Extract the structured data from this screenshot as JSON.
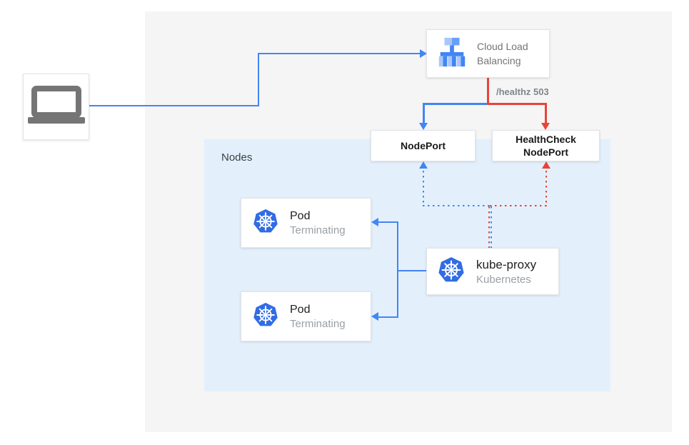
{
  "diagram": {
    "nodes_group_label": "Nodes",
    "healthz_label": "/healthz 503",
    "cloud_load_balancing": {
      "line1": "Cloud Load",
      "line2": "Balancing"
    },
    "nodeport": {
      "label": "NodePort"
    },
    "healthcheck_nodeport": {
      "line1": "HealthCheck",
      "line2": "NodePort"
    },
    "pods": [
      {
        "title": "Pod",
        "subtitle": "Terminating"
      },
      {
        "title": "Pod",
        "subtitle": "Terminating"
      }
    ],
    "kube_proxy": {
      "title": "kube-proxy",
      "subtitle": "Kubernetes"
    },
    "icons": {
      "client": "laptop-icon",
      "load_balancer": "load-balancer-icon",
      "pod": "kubernetes-icon",
      "kube_proxy": "kubernetes-icon"
    },
    "colors": {
      "blue_line": "#4285F4",
      "red_line": "#EA4335",
      "kubernetes_blue": "#326CE5",
      "icon_gray": "#757575",
      "nodes_background": "#E3F0FC",
      "canvas_background": "#F5F5F6"
    }
  }
}
